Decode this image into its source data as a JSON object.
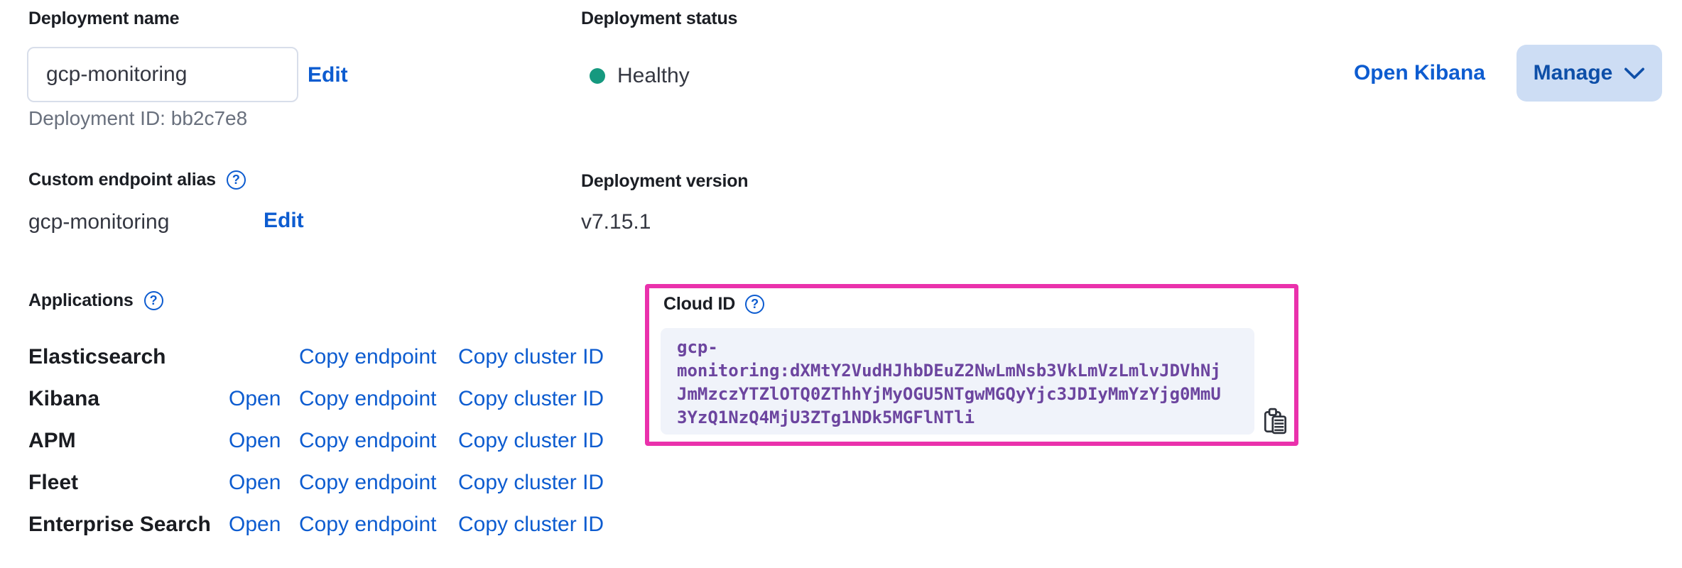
{
  "deployment": {
    "name_label": "Deployment name",
    "name_value": "gcp-monitoring",
    "name_edit_label": "Edit",
    "id_text": "Deployment ID: bb2c7e8",
    "status_label": "Deployment status",
    "status_value": "Healthy",
    "version_label": "Deployment version",
    "version_value": "v7.15.1",
    "alias_label": "Custom endpoint alias",
    "alias_value": "gcp-monitoring",
    "alias_edit_label": "Edit"
  },
  "actions": {
    "open_kibana_label": "Open Kibana",
    "manage_label": "Manage"
  },
  "applications": {
    "label": "Applications",
    "rows": [
      {
        "name": "Elasticsearch",
        "open": null,
        "copy_endpoint": "Copy endpoint",
        "copy_cluster_id": "Copy cluster ID"
      },
      {
        "name": "Kibana",
        "open": "Open",
        "copy_endpoint": "Copy endpoint",
        "copy_cluster_id": "Copy cluster ID"
      },
      {
        "name": "APM",
        "open": "Open",
        "copy_endpoint": "Copy endpoint",
        "copy_cluster_id": "Copy cluster ID"
      },
      {
        "name": "Fleet",
        "open": "Open",
        "copy_endpoint": "Copy endpoint",
        "copy_cluster_id": "Copy cluster ID"
      },
      {
        "name": "Enterprise Search",
        "open": "Open",
        "copy_endpoint": "Copy endpoint",
        "copy_cluster_id": "Copy cluster ID"
      }
    ]
  },
  "cloud_id": {
    "label": "Cloud ID",
    "value": "gcp-monitoring:dXMtY2VudHJhbDEuZ2NwLmNsb3VkLmVzLmlvJDVhNjJmMzczYTZlOTQ0ZThhYjMyOGU5NTgwMGQyYjc3JDIyMmYzYjg0MmU3YzQ1NzQ4MjU3ZTg1NDk5MGFlNTli",
    "lines": [
      "gcp-",
      "monitoring:dXMtY2VudHJhbDEuZ2NwLmNsb3VkLmVzLmlvJDVhNj",
      "JmMzczYTZlOTQ0ZThhYjMyOGU5NTgwMGQyYjc3JDIyMmYzYjg0MmU",
      "3YzQ1NzQ4MjU3ZTg1NDk5MGFlNTli"
    ],
    "help_text": "?"
  },
  "icons": {
    "help": "question-in-circle",
    "copy": "copy-clipboard",
    "chevron": "chevron-down",
    "status_dot": "health-dot"
  },
  "colors": {
    "link_blue": "#0d5cd0",
    "status_healthy_dot": "#16997f",
    "highlight_magenta": "#ea31ac",
    "manage_button_bg": "#cdddf4",
    "manage_button_text": "#0e4fa8",
    "code_text_purple": "#6c459f",
    "code_block_bg": "#f0f3fa",
    "subdued_text": "#69707d"
  }
}
